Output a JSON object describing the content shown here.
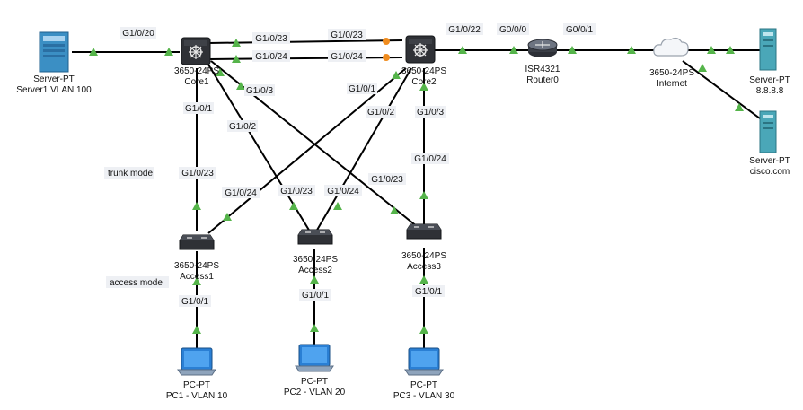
{
  "devices": {
    "server1": {
      "model": "Server-PT",
      "name": "Server1 VLAN 100"
    },
    "core1": {
      "model": "3650-24PS",
      "name": "Core1"
    },
    "core2": {
      "model": "3650-24PS",
      "name": "Core2"
    },
    "router0": {
      "model": "ISR4321",
      "name": "Router0"
    },
    "internet": {
      "model": "3650-24PS",
      "name": "Internet"
    },
    "server_dns": {
      "model": "Server-PT",
      "name": "8.8.8.8"
    },
    "server_cisco": {
      "model": "Server-PT",
      "name": "cisco.com"
    },
    "access1": {
      "model": "3650-24PS",
      "name": "Access1"
    },
    "access2": {
      "model": "3650-24PS",
      "name": "Access2"
    },
    "access3": {
      "model": "3650-24PS",
      "name": "Access3"
    },
    "pc1": {
      "model": "PC-PT",
      "name": "PC1 - VLAN 10"
    },
    "pc2": {
      "model": "PC-PT",
      "name": "PC2 - VLAN 20"
    },
    "pc3": {
      "model": "PC-PT",
      "name": "PC3 - VLAN 30"
    }
  },
  "notes": {
    "trunk": "trunk mode",
    "access": "access mode"
  },
  "ports": {
    "core1_server": "G1/0/20",
    "core1_core2_a": "G1/0/23",
    "core1_core2_b": "G1/0/24",
    "core2_core1_a": "G1/0/23",
    "core2_core1_b": "G1/0/24",
    "core2_router": "G1/0/22",
    "router_core2": "G0/0/0",
    "router_internet": "G0/0/1",
    "core1_access1": "G1/0/1",
    "core1_access2": "G1/0/2",
    "core1_access3": "G1/0/3",
    "core2_access1": "G1/0/1",
    "core2_access2": "G1/0/2",
    "core2_access3": "G1/0/3",
    "access1_core1": "G1/0/23",
    "access1_core2": "G1/0/24",
    "access1_pc": "G1/0/1",
    "access2_core1": "G1/0/23",
    "access2_core2": "G1/0/24",
    "access2_pc": "G1/0/1",
    "access3_core1": "G1/0/23",
    "access3_core2": "G1/0/24",
    "access3_pc": "G1/0/1"
  },
  "colors": {
    "link_up": "#55b44a",
    "link_blocked": "#f08c1e",
    "switch_body": "#2f3136",
    "server": "#3b8fc4",
    "pc": "#2a7fd4"
  }
}
